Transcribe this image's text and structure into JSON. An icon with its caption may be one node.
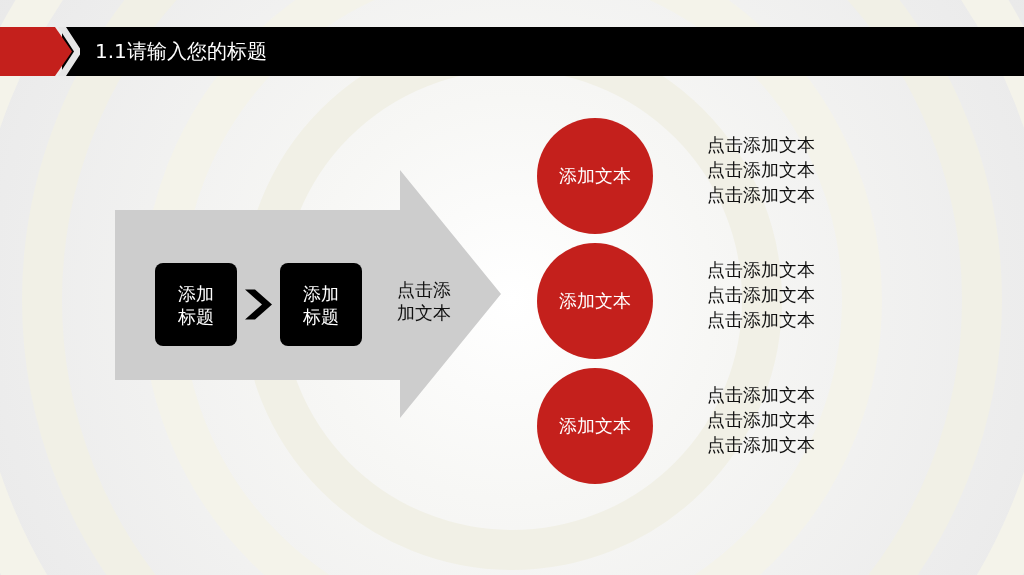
{
  "diagram": {
    "title": "1.1请输入您的标题",
    "nodes": [
      {
        "text": [
          "点击添加文本"
        ]
      },
      {
        "text": [
          "添加标题"
        ],
        "in": 0
      },
      {
        "text": [
          "添加标题"
        ],
        "in": 0
      },
      {
        "text": [
          "添加文本"
        ],
        "beside": [
          "点击添加文本",
          "点击添加文本",
          "点击添加文本"
        ]
      },
      {
        "text": [
          "添加文本"
        ],
        "beside": [
          "点击添加文本",
          "点击添加文本",
          "点击添加文本"
        ]
      },
      {
        "text": [
          "添加文本"
        ],
        "beside": [
          "点击添加文本",
          "点击添加文本",
          "点击添加文本"
        ]
      }
    ],
    "edges": [
      {
        "from": 1,
        "to": 2,
        "arrow": "to"
      }
    ]
  }
}
